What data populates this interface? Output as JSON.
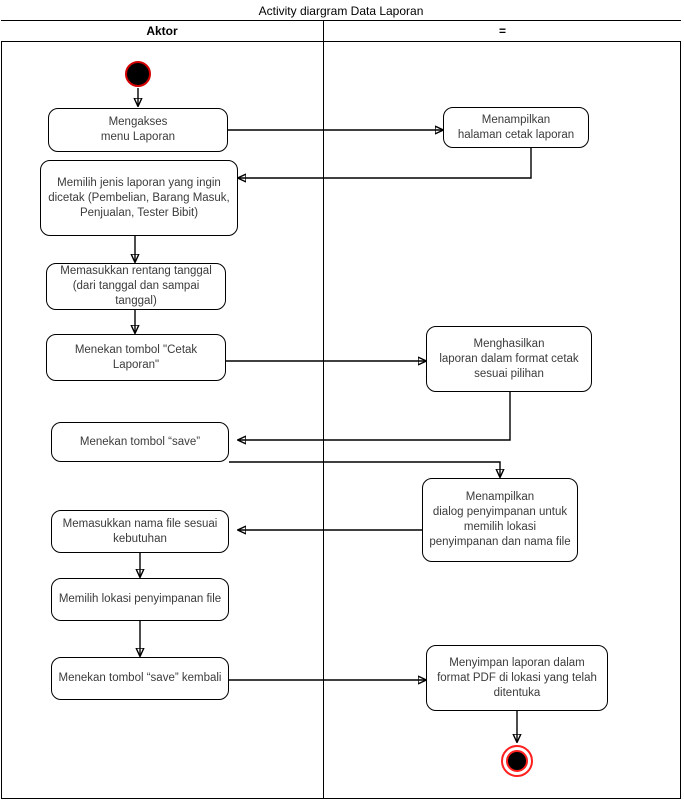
{
  "diagram": {
    "title": "Activity diargram Data Laporan",
    "lanes": [
      {
        "id": "aktor",
        "label": "Aktor"
      },
      {
        "id": "sistem",
        "label": "="
      }
    ],
    "nodes": [
      {
        "id": "start",
        "type": "initial-node",
        "lane": "aktor",
        "label": ""
      },
      {
        "id": "a1",
        "type": "activity",
        "lane": "aktor",
        "label": "Mengakses\nmenu Laporan"
      },
      {
        "id": "s1",
        "type": "activity",
        "lane": "sistem",
        "label": "Menampilkan\nhalaman cetak laporan"
      },
      {
        "id": "a2",
        "type": "activity",
        "lane": "aktor",
        "label": "Memilih jenis laporan yang ingin dicetak (Pembelian, Barang Masuk, Penjualan, Tester Bibit)"
      },
      {
        "id": "a3",
        "type": "activity",
        "lane": "aktor",
        "label": "Memasukkan rentang tanggal (dari tanggal dan sampai tanggal)"
      },
      {
        "id": "a4",
        "type": "activity",
        "lane": "aktor",
        "label": "Menekan tombol \"Cetak Laporan\""
      },
      {
        "id": "s2",
        "type": "activity",
        "lane": "sistem",
        "label": "Menghasilkan\nlaporan dalam format cetak sesuai pilihan"
      },
      {
        "id": "a5",
        "type": "activity",
        "lane": "aktor",
        "label": "Menekan tombol “save”"
      },
      {
        "id": "s3",
        "type": "activity",
        "lane": "sistem",
        "label": "Menampilkan\ndialog penyimpanan untuk memilih lokasi penyimpanan dan nama file"
      },
      {
        "id": "a6",
        "type": "activity",
        "lane": "aktor",
        "label": "Memasukkan nama file sesuai kebutuhan"
      },
      {
        "id": "a7",
        "type": "activity",
        "lane": "aktor",
        "label": "Memilih lokasi penyimpanan file"
      },
      {
        "id": "a8",
        "type": "activity",
        "lane": "aktor",
        "label": "Menekan tombol “save” kembali"
      },
      {
        "id": "s4",
        "type": "activity",
        "lane": "sistem",
        "label": "Menyimpan laporan dalam format PDF di lokasi yang telah ditentuka"
      },
      {
        "id": "end",
        "type": "final-node",
        "lane": "sistem",
        "label": ""
      }
    ],
    "edges": [
      {
        "from": "start",
        "to": "a1"
      },
      {
        "from": "a1",
        "to": "s1"
      },
      {
        "from": "s1",
        "to": "a2"
      },
      {
        "from": "a2",
        "to": "a3"
      },
      {
        "from": "a3",
        "to": "a4"
      },
      {
        "from": "a4",
        "to": "s2"
      },
      {
        "from": "s2",
        "to": "a5"
      },
      {
        "from": "a5",
        "to": "s3"
      },
      {
        "from": "s3",
        "to": "a6"
      },
      {
        "from": "a6",
        "to": "a7"
      },
      {
        "from": "a7",
        "to": "a8"
      },
      {
        "from": "a8",
        "to": "s4"
      },
      {
        "from": "s4",
        "to": "end"
      }
    ],
    "colors": {
      "stroke": "#000000",
      "text": "#3b3b3b",
      "initial_node_fill": "#000000",
      "initial_node_ring": "#d40000",
      "final_node_ring": "#ff2020",
      "background": "#ffffff"
    }
  }
}
